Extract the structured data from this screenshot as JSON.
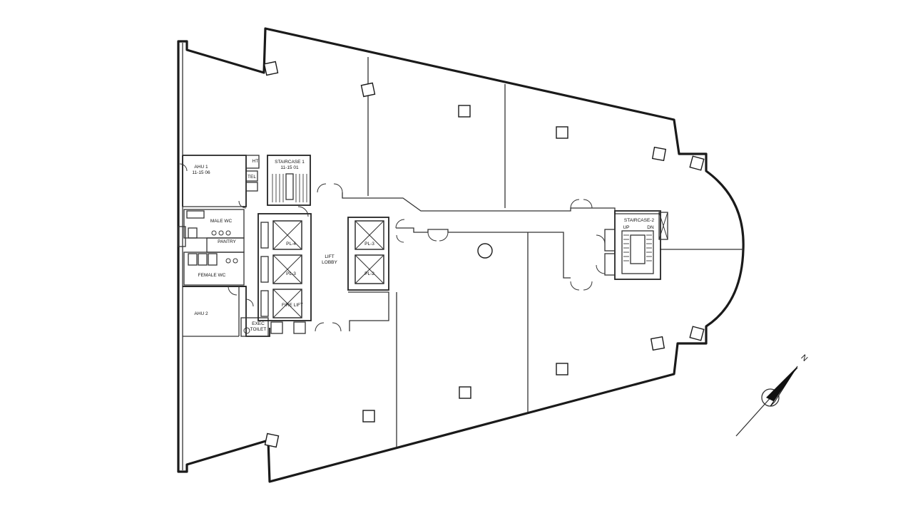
{
  "labels": {
    "ahu1": "AHU 1",
    "ahu1_code": "11-15 06",
    "staircase1": "STAIRCASE 1",
    "staircase1_code": "11-15 01",
    "ht": "HT",
    "tel": "TEL",
    "male_wc": "MALE WC",
    "pantry": "PANTRY",
    "female_wc": "FEMALE WC",
    "ahu2": "AHU 2",
    "exec_toilet_1": "EXEC",
    "exec_toilet_2": "TOILET",
    "pl4": "PL-4",
    "pl3_left": "PL-3",
    "fire_lift": "FIRE LIFT",
    "lift_lobby_1": "LIFT",
    "lift_lobby_2": "LOBBY",
    "pl_right_top": "PL-3",
    "pl_right_bottom": "PL-2",
    "staircase2": "STAIRCASE-2",
    "up": "UP",
    "dn": "DN",
    "north": "N"
  },
  "colors": {
    "background": "#ffffff",
    "ink": "#1a1a1a"
  }
}
